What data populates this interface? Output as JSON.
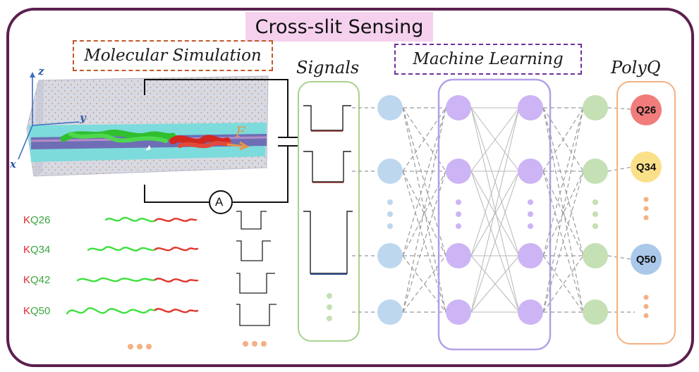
{
  "title": "Cross-slit Sensing",
  "sections": {
    "molecular_simulation": "Molecular Simulation",
    "signals": "Signals",
    "machine_learning": "Machine Learning",
    "polyq": "PolyQ"
  },
  "axes": {
    "z": "z",
    "y": "y",
    "x": "x"
  },
  "force_label": "F",
  "ammeter_label": "A",
  "sequences": [
    {
      "k": "K",
      "q": "Q26"
    },
    {
      "k": "K",
      "q": "Q34"
    },
    {
      "k": "K",
      "q": "Q42"
    },
    {
      "k": "K",
      "q": "Q50"
    }
  ],
  "polyq_outputs": [
    {
      "label": "Q26",
      "color": "#f07c7c"
    },
    {
      "label": "Q34",
      "color": "#fbe08a"
    },
    {
      "label": "Q50",
      "color": "#a9c8ea"
    }
  ],
  "colors": {
    "frame": "#5b1f4f",
    "title_bg": "#f5d1ee",
    "signals_box": "#a9d18e",
    "ml_box": "#b4a0e6",
    "polyq_box": "#f4b183",
    "input_node": "#bdd7ee",
    "hidden_node": "#cdb4f5",
    "output_node": "#c5e0b4"
  }
}
